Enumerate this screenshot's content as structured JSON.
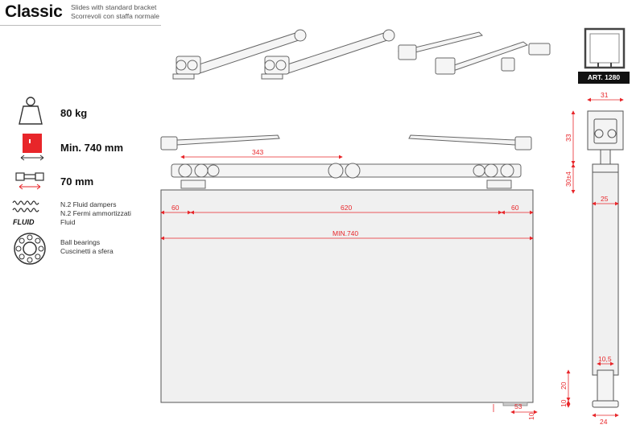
{
  "header": {
    "title": "Classic",
    "subtitle_en": "Slides with standard bracket",
    "subtitle_it": "Scorrevoli con staffa normale"
  },
  "specs": {
    "weight": "80 kg",
    "min_width": "Min. 740 mm",
    "thickness": "70 mm",
    "dampers_en": "N.2 Fluid dampers",
    "dampers_it": "N.2 Fermi ammortizzati",
    "dampers_brand": "Fluid",
    "fluid_logo": "FLUID",
    "bearings_en": "Ball bearings",
    "bearings_it": "Cuscinetti a sfera"
  },
  "article": "ART. 1280",
  "dimensions": {
    "d343": "343",
    "d60_left": "60",
    "d620": "620",
    "d60_right": "60",
    "min740": "MIN.740",
    "d31": "31",
    "d33": "33",
    "d30": "30±4",
    "d25": "25",
    "d10_5": "10,5",
    "d20": "20",
    "d10_side": "10",
    "d24": "24",
    "d53": "53",
    "d10_bottom": "10"
  },
  "colors": {
    "dimension": "#e8262a",
    "icon_red": "#e8262a",
    "door": "#f0f0f0",
    "outline": "#555555"
  }
}
